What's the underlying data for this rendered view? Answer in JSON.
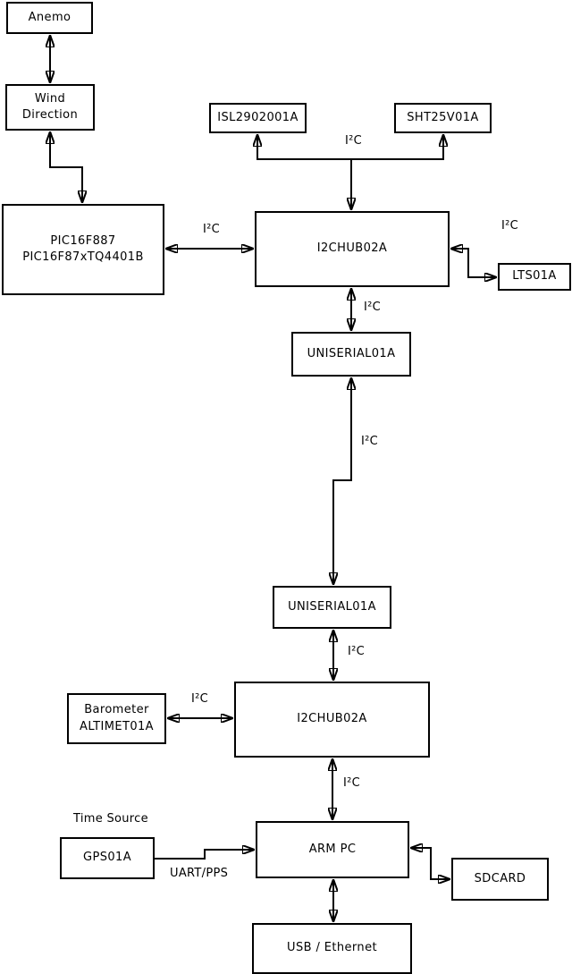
{
  "diagram": {
    "colors": {
      "line": "#000000",
      "box_border": "#000000",
      "box_fill": "#ffffff",
      "text": "#000000",
      "background": "#ffffff"
    },
    "nodes": {
      "anemo": {
        "label": "Anemo"
      },
      "wind_direction": {
        "label": "Wind\nDirection"
      },
      "pic": {
        "label": "PIC16F887\nPIC16F87xTQ4401B"
      },
      "isl": {
        "label": "ISL2902001A"
      },
      "sht": {
        "label": "SHT25V01A"
      },
      "hub1": {
        "label": "I2CHUB02A"
      },
      "lts": {
        "label": "LTS01A"
      },
      "uniserial1": {
        "label": "UNISERIAL01A"
      },
      "uniserial2": {
        "label": "UNISERIAL01A"
      },
      "hub2": {
        "label": "I2CHUB02A"
      },
      "barometer": {
        "label": "Barometer\nALTIMET01A"
      },
      "gps": {
        "label": "GPS01A"
      },
      "arm_pc": {
        "label": "ARM PC"
      },
      "sdcard": {
        "label": "SDCARD"
      },
      "usb_ethernet": {
        "label": "USB / Ethernet"
      }
    },
    "edge_labels": {
      "i2c_isl_sht": "I²C",
      "i2c_pic_hub1": "I²C",
      "i2c_hub1_lts": "I²C",
      "i2c_hub1_uniserial1": "I²C",
      "i2c_uniserial_bus": "I²C",
      "i2c_uniserial2_hub2": "I²C",
      "i2c_barometer_hub2": "I²C",
      "i2c_hub2_armpc": "I²C",
      "uart_pps": "UART/PPS",
      "time_source": "Time Source"
    }
  }
}
